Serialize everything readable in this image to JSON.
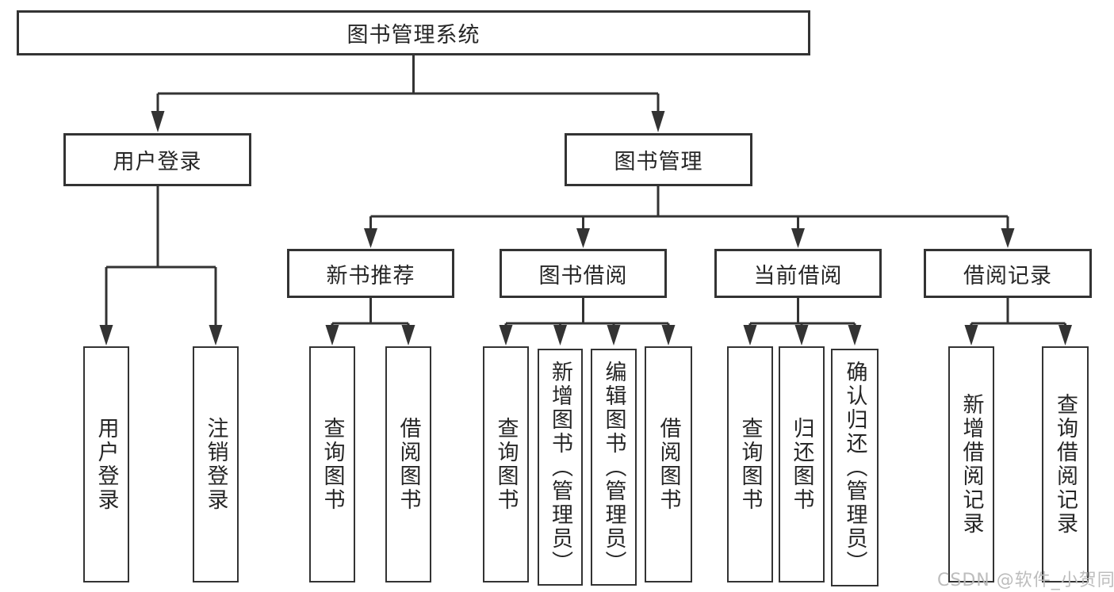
{
  "diagram": {
    "root": {
      "label": "图书管理系统"
    },
    "level2": [
      {
        "id": "user-login",
        "label": "用户登录",
        "children": [
          {
            "label": "用户登录"
          },
          {
            "label": "注销登录"
          }
        ]
      },
      {
        "id": "book-management",
        "label": "图书管理"
      }
    ],
    "level3": [
      {
        "id": "new-book-recommend",
        "label": "新书推荐",
        "children": [
          {
            "label": "查询图书"
          },
          {
            "label": "借阅图书"
          }
        ]
      },
      {
        "id": "book-borrowing",
        "label": "图书借阅",
        "children": [
          {
            "label": "查询图书"
          },
          {
            "label": "新增图书（管理员）"
          },
          {
            "label": "编辑图书（管理员）"
          },
          {
            "label": "借阅图书"
          }
        ]
      },
      {
        "id": "current-borrowing",
        "label": "当前借阅",
        "children": [
          {
            "label": "查询图书"
          },
          {
            "label": "归还图书"
          },
          {
            "label": "确认归还（管理员）"
          }
        ]
      },
      {
        "id": "borrow-records",
        "label": "借阅记录",
        "children": [
          {
            "label": "新增借阅记录"
          },
          {
            "label": "查询借阅记录"
          }
        ]
      }
    ],
    "colors": {
      "line": "#333333",
      "text": "#262626",
      "background": "#ffffff",
      "watermark": "#b9b9b9"
    }
  },
  "watermark": {
    "text": "CSDN @软件_小贺同学"
  }
}
